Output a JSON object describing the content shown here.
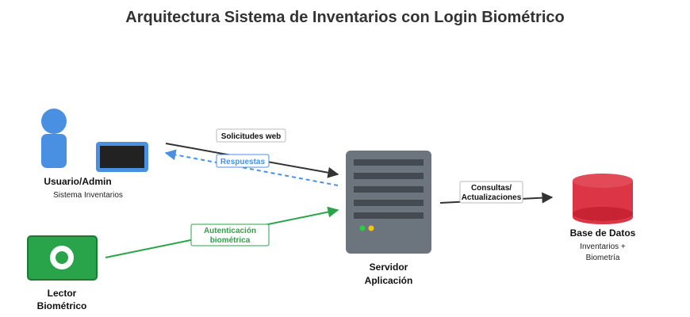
{
  "title": "Arquitectura Sistema de Inventarios con Login Biométrico",
  "nodes": {
    "user": {
      "label": "Usuario/Admin",
      "sublabel": "Sistema Inventarios"
    },
    "reader": {
      "label_line1": "Lector",
      "label_line2": "Biométrico"
    },
    "server": {
      "label_line1": "Servidor",
      "label_line2": "Aplicación"
    },
    "database": {
      "label": "Base de Datos",
      "sublabel_line1": "Inventarios +",
      "sublabel_line2": "Biometría"
    }
  },
  "edges": {
    "requests": {
      "label": "Solicitudes web"
    },
    "responses": {
      "label": "Respuestas"
    },
    "auth": {
      "label_line1": "Autenticación",
      "label_line2": "biométrica"
    },
    "queries": {
      "label_line1": "Consultas/",
      "label_line2": "Actualizaciones"
    }
  },
  "colors": {
    "person": "#4a90e2",
    "monitor_frame": "#4a90e2",
    "monitor_screen": "#222222",
    "reader": "#2aa44a",
    "reader_border": "#1c7a34",
    "server_body": "#6c757d",
    "server_slot": "#444a51",
    "server_led_green": "#2ecc40",
    "server_led_yellow": "#f1c40f",
    "database": "#dc3545",
    "database_top": "#e24a58",
    "arrow_dark": "#333333",
    "arrow_blue": "#4a90e2",
    "arrow_green": "#2aa44a"
  },
  "icons": {
    "user": "person-icon",
    "monitor": "monitor-icon",
    "reader": "fingerprint-reader-icon",
    "server": "server-icon",
    "database": "database-icon"
  }
}
